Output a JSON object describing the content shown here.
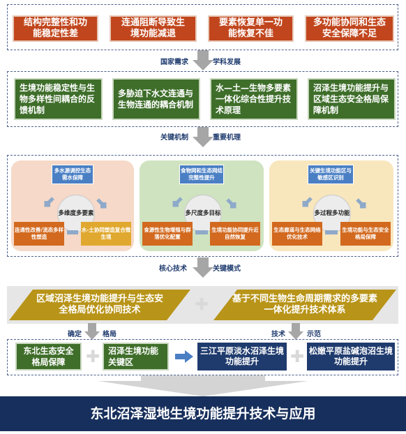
{
  "row1": [
    {
      "label": "结构完整性和功能稳定性差"
    },
    {
      "label": "连通阻断导致生境功能减退"
    },
    {
      "label": "要素恢复单一功能恢复不佳"
    },
    {
      "label": "多功能协同和生态安全保障不足"
    }
  ],
  "connector1": {
    "left": "国家需求",
    "right": "学科发展"
  },
  "row2": [
    {
      "label": "生境功能稳定性与生物多样性间耦合的反馈机制"
    },
    {
      "label": "多胁迫下水文连通与生物连通的耦合机制"
    },
    {
      "label": "水—土—生物多要素一体化综合性提升技术原理"
    },
    {
      "label": "沼泽生境功能提升与区域生态安全格局保障机制"
    }
  ],
  "connector2": {
    "left": "关键机制",
    "right": "重要机理"
  },
  "panels": [
    {
      "top": "多水源调控生态需水保障",
      "center": "多维度多要素",
      "left": "连通性改善/流态多样性塑造",
      "right": "水-土协同塑造复合微生境",
      "color": "#f6d9c8"
    },
    {
      "top": "食物网和生态网结完整性提升",
      "center": "多尺度多目标",
      "left": "食源性生物增殖与群落优化配置",
      "right": "生境功能协同提升近自然恢复",
      "color": "#cfe3c0"
    },
    {
      "top": "关键生境功能区与敏感区识别",
      "center": "多过程多功能",
      "left": "生态廊道与生态网络优化技术",
      "right": "生境功能与生态安全格局保障",
      "color": "#f8e6bd"
    }
  ],
  "connector3": {
    "left": "核心技术",
    "right": "关键模式"
  },
  "row4": {
    "left": "区域沼泽生境功能提升与生态安全格局优化协同技术",
    "right": "基于不同生物生命周期需求的多要素一体化提升技术体系"
  },
  "arrow_labels": {
    "a": "确定",
    "b": "格局",
    "c": "技术",
    "d": "示范"
  },
  "row5": [
    {
      "label": "东北生态安全格局保障"
    },
    {
      "label": "沼泽生境功能关键区"
    },
    {
      "label": "三江平原淡水沼泽生境功能提升"
    },
    {
      "label": "松嫩平原盐碱泡沼生境功能提升"
    }
  ],
  "footer": {
    "title": "东北沼泽湿地生境功能提升技术与应用"
  },
  "colors": {
    "red": "#c1461d",
    "green": "#3e6e2a",
    "gold": "#b89418",
    "navy": "#1f3b6e",
    "arrow": "#a6a6a6"
  }
}
